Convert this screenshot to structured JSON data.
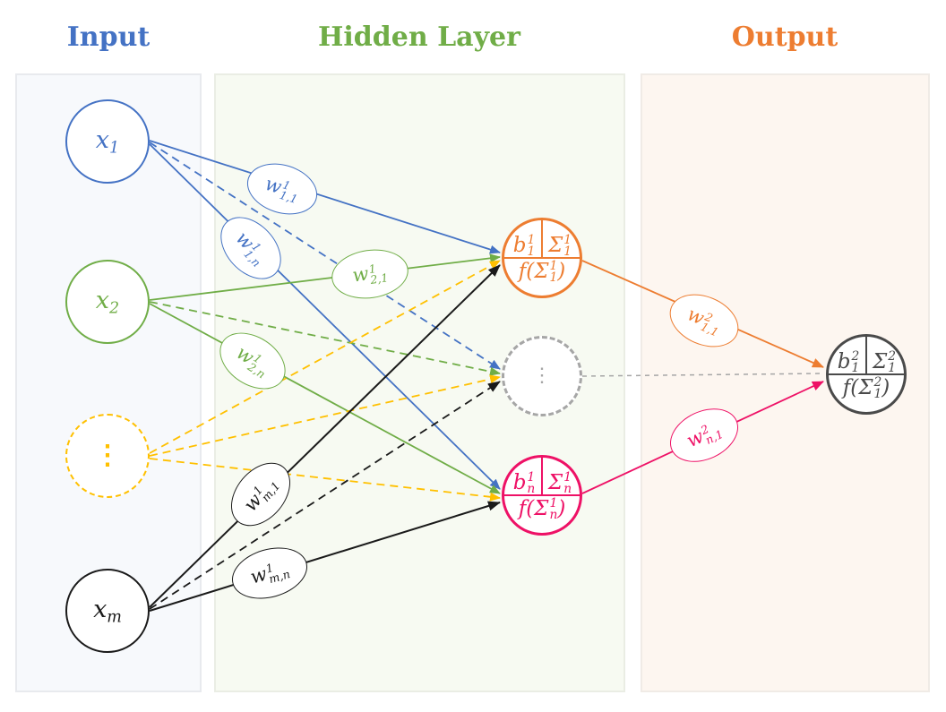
{
  "palette": {
    "blue": "#4472C4",
    "green": "#70AD47",
    "yellow": "#FFC000",
    "black": "#1A1A1A",
    "orange": "#ED7D31",
    "magenta": "#EE1166",
    "gray": "#A6A6A6",
    "dark_gray": "#4A4A4A",
    "panel_input_bg": "#F7F9FC",
    "panel_input_border": "#E8EAEE",
    "panel_hidden_bg": "#F7FAF2",
    "panel_hidden_border": "#EAEDE4",
    "panel_output_bg": "#FDF6F0",
    "panel_output_border": "#F0EBE6"
  },
  "headers": {
    "input": "Input",
    "hidden": "Hidden Layer",
    "output": "Output"
  },
  "nodes": {
    "x1": {
      "base": "x",
      "sub": "1"
    },
    "x2": {
      "base": "x",
      "sub": "2"
    },
    "input_dots": "⋮",
    "xm": {
      "base": "x",
      "sub": "m"
    },
    "h1": {
      "b_base": "b",
      "b_sup": "1",
      "b_sub": "1",
      "s_base": "Σ",
      "s_sup": "1",
      "s_sub": "1",
      "f_pre": "f(Σ",
      "f_sup": "1",
      "f_sub": "1",
      "f_post": ")"
    },
    "hidden_dots": "⋮",
    "hn": {
      "b_base": "b",
      "b_sup": "1",
      "b_sub": "n",
      "s_base": "Σ",
      "s_sup": "1",
      "s_sub": "n",
      "f_pre": "f(Σ",
      "f_sup": "1",
      "f_sub": "n",
      "f_post": ")"
    },
    "out1": {
      "b_base": "b",
      "b_sup": "2",
      "b_sub": "1",
      "s_base": "Σ",
      "s_sup": "2",
      "s_sub": "1",
      "f_pre": "f(Σ",
      "f_sup": "2",
      "f_sub": "1",
      "f_post": ")"
    }
  },
  "weights": {
    "w11_1": {
      "base": "w",
      "sup": "1",
      "sub": "1,1"
    },
    "w1n_1": {
      "base": "w",
      "sup": "1",
      "sub": "1,n"
    },
    "w21_1": {
      "base": "w",
      "sup": "1",
      "sub": "2,1"
    },
    "w2n_1": {
      "base": "w",
      "sup": "1",
      "sub": "2,n"
    },
    "wm1_1": {
      "base": "w",
      "sup": "1",
      "sub": "m,1"
    },
    "wmn_1": {
      "base": "w",
      "sup": "1",
      "sub": "m,n"
    },
    "w11_2": {
      "base": "w",
      "sup": "2",
      "sub": "1,1"
    },
    "wn1_2": {
      "base": "w",
      "sup": "2",
      "sub": "n,1"
    }
  }
}
